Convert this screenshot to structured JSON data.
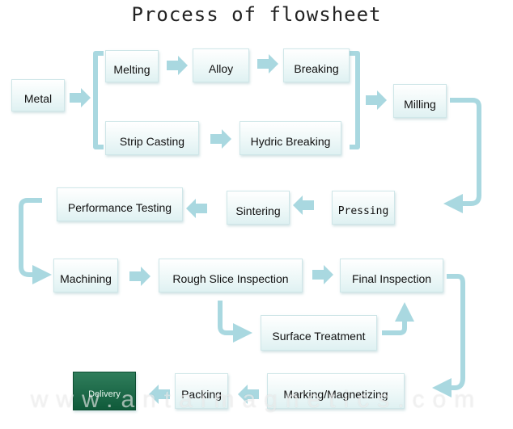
{
  "title": "Process of flowsheet",
  "steps": {
    "metal": "Metal",
    "melting": "Melting",
    "alloy": "Alloy",
    "breaking": "Breaking",
    "strip_casting": "Strip Casting",
    "hydric_breaking": "Hydric Breaking",
    "milling": "Milling",
    "pressing": "Pressing",
    "sintering": "Sintering",
    "performance_testing": "Performance Testing",
    "machining": "Machining",
    "rough_slice_inspection": "Rough Slice Inspection",
    "final_inspection": "Final Inspection",
    "surface_treatment": "Surface Treatment",
    "marking_magnetizing": "Marking/Magnetizing",
    "packing": "Packing",
    "delivery": "Delivery"
  },
  "watermark": "www.antaimagnetics.com",
  "colors": {
    "arrow": "#a9d8e0",
    "box_border": "#cfe6e8",
    "delivery": "#0f5a3a"
  }
}
